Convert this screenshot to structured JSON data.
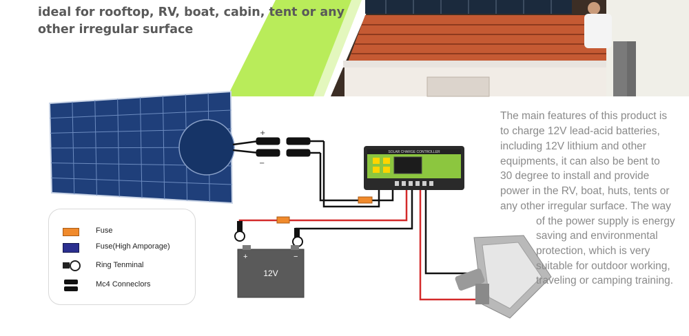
{
  "headline": [
    "ideal for rooftop, RV, boat, cabin, tent or any",
    "other irregular surface"
  ],
  "description_lines": [
    "The main features of this product is",
    "to charge 12V lead-acid batteries,",
    "including 12V lithium and other",
    "equipments, it can also be bent to",
    "30 degree to install and provide",
    "power in the RV, boat, huts, tents or",
    "any other irregular surface. The way",
    "of the power supply is energy",
    "saving and environmental",
    "protection, which is very",
    "suitable for outdoor working,",
    "traveling or camping training."
  ],
  "legend": [
    {
      "label": "Fuse",
      "icon": "fuse-icon",
      "color": "#f08a2c"
    },
    {
      "label": "Fuse(High Amporage)",
      "icon": "high-amperage-fuse-icon",
      "color": "#2b2f8f"
    },
    {
      "label": "Ring Tenminal",
      "icon": "ring-terminal-icon",
      "color": "#222222"
    },
    {
      "label": "Mc4 Conneclors",
      "icon": "mc4-connector-icon",
      "color": "#111111"
    }
  ],
  "battery": {
    "label": "12V",
    "plus": "+",
    "minus": "−"
  },
  "controller": {
    "title": "SOLAR CHARGE CONTROLLER",
    "accent": "#8cc63f"
  },
  "wire_colors": {
    "positive": "#d32a2a",
    "negative": "#111111"
  },
  "accent_green": "#a8e04a"
}
